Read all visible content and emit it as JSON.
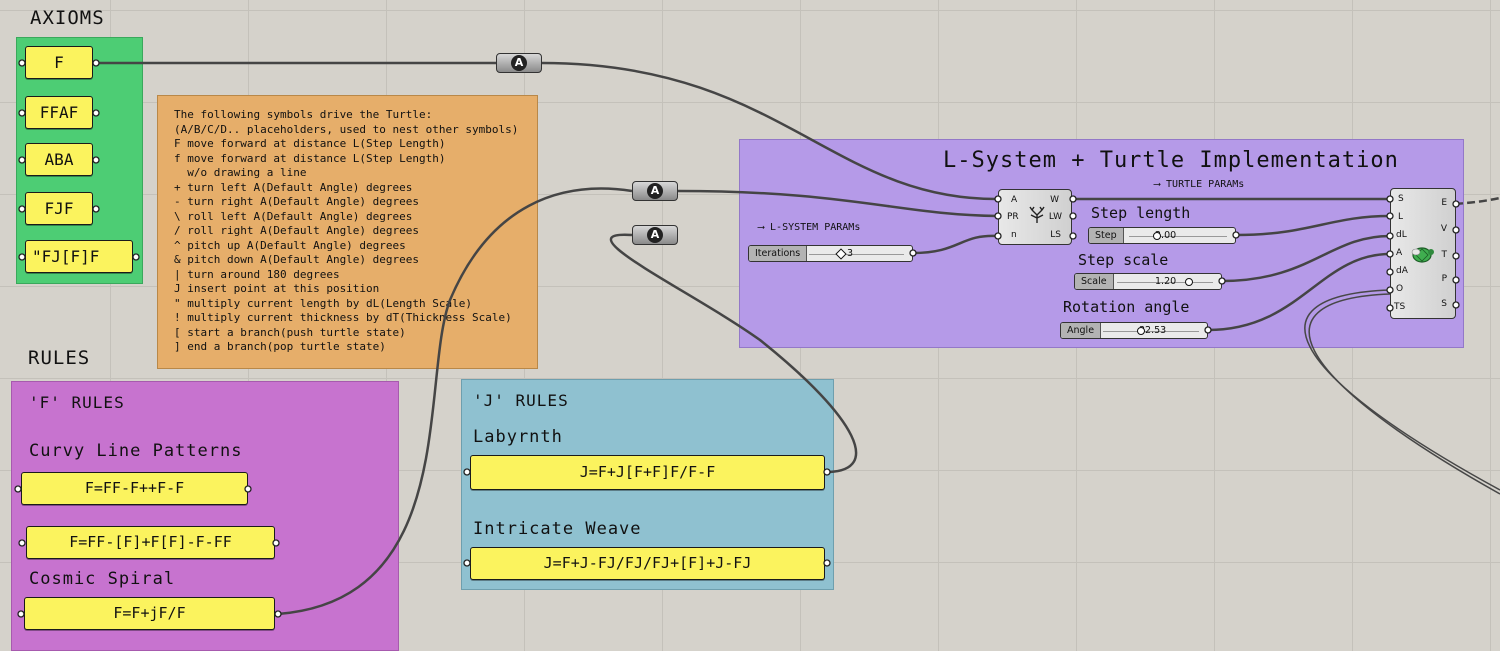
{
  "axioms": {
    "heading": "AXIOMS",
    "items": [
      "F",
      "FFAF",
      "ABA",
      "FJF",
      "\"FJ[F]F"
    ]
  },
  "note": {
    "lines": [
      "The following symbols drive the Turtle:",
      "(A/B/C/D.. placeholders, used to nest other symbols)",
      "F move forward at distance L(Step Length)",
      "f move forward at distance L(Step Length)",
      "  w/o drawing a line",
      "+ turn left A(Default Angle) degrees",
      "- turn right A(Default Angle) degrees",
      "\\ roll left A(Default Angle) degrees",
      "/ roll right A(Default Angle) degrees",
      "^ pitch up A(Default Angle) degrees",
      "& pitch down A(Default Angle) degrees",
      "| turn around 180 degrees",
      "J insert point at this position",
      "\" multiply current length by dL(Length Scale)",
      "! multiply current thickness by dT(Thickness Scale)",
      "[ start a branch(push turtle state)",
      "] end a branch(pop turtle state)"
    ]
  },
  "rules": {
    "heading": "RULES",
    "f_rules": {
      "title": "'F' RULES",
      "curvy_label": "Curvy Line Patterns",
      "curvy_rule": "F=FF-F++F-F",
      "second_rule": "F=FF-[F]+F[F]-F-FF",
      "cosmic_label": "Cosmic Spiral",
      "cosmic_rule": "F=F+jF/F"
    },
    "j_rules": {
      "title": "'J' RULES",
      "labyrinth_label": "Labyrnth",
      "labyrinth_rule": "J=F+J[F+F]F/F-F",
      "weave_label": "Intricate Weave",
      "weave_rule": "J=F+J-FJ/FJ/FJ+[F]+J-FJ"
    }
  },
  "relays": [
    "A",
    "A",
    "A"
  ],
  "lsystem": {
    "title": "L-System + Turtle Implementation",
    "lsystem_params": "⟶ L-SYSTEM PARAMs",
    "turtle_params": "⟶ TURTLE PARAMs",
    "iterations": {
      "label": "Iterations",
      "value": "3",
      "fraction": 0.3
    },
    "lsys_inputs": [
      "A",
      "PR",
      "n"
    ],
    "lsys_outputs": [
      "W",
      "LW",
      "LS"
    ],
    "step": {
      "heading": "Step length",
      "label": "Step",
      "value": "2.00",
      "fraction": 0.25
    },
    "scale": {
      "heading": "Step scale",
      "label": "Scale",
      "value": "1.20",
      "fraction": 0.7
    },
    "angle": {
      "heading": "Rotation angle",
      "label": "Angle",
      "value": "32.53",
      "fraction": 0.36
    },
    "turtle_inputs": [
      "S",
      "L",
      "dL",
      "A",
      "dA",
      "O",
      "TS"
    ],
    "turtle_outputs": [
      "E",
      "V",
      "T",
      "P",
      "S"
    ]
  },
  "colors": {
    "canvas": "#d5d2cb",
    "axioms_group": "#4dcd74",
    "f_rules_group": "#c773cf",
    "j_rules_group": "#8fc1d0",
    "lsystem_group": "#b59ae8",
    "note": "#e6ae6a",
    "panel": "#fbf35e"
  }
}
